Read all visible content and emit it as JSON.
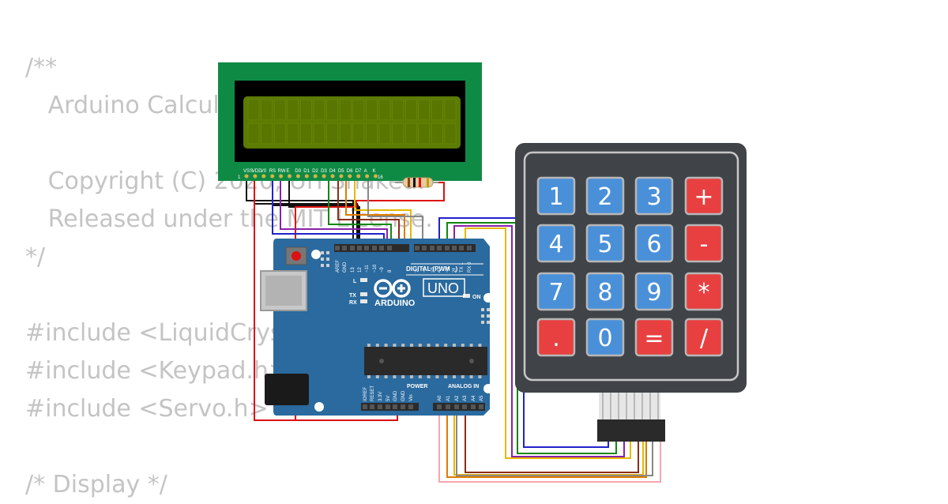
{
  "code_lines": [
    "/**",
    "   Arduino Calcul",
    "",
    "   Copyright (C) 2020, Uri Shaked.",
    "   Released under the MIT License.",
    "*/",
    "",
    "#include <LiquidCrys",
    "#include <Keypad.h>",
    "#include <Servo.h>",
    "",
    "/* Display */"
  ],
  "lcd": {
    "pin_labels": [
      "VSS",
      "VDD",
      "V0",
      "RS",
      "RW",
      "E",
      "D0",
      "D1",
      "D2",
      "D3",
      "D4",
      "D5",
      "D6",
      "D7",
      "A",
      "K"
    ],
    "pin_first": "1",
    "pin_last": "16",
    "backlight_color": "#5b7a00",
    "pcb_color": "#0f8a45"
  },
  "arduino": {
    "logo": "ARDUINO",
    "model": "UNO",
    "digital_header": "DIGITAL (PWM ~)",
    "power_header": "POWER",
    "analog_header": "ANALOG IN",
    "led_l": "L",
    "led_tx": "TX",
    "led_rx": "RX",
    "led_on": "ON",
    "digital_pins": [
      "AREF",
      "GND",
      "13",
      "12",
      "~11",
      "~10",
      "~9",
      "8",
      "7",
      "~6",
      "~5",
      "4",
      "~3",
      "2",
      "TX 1",
      "RX 0"
    ],
    "power_pins": [
      "IOREF",
      "RESET",
      "3.3V",
      "5V",
      "GND",
      "GND",
      "Vin"
    ],
    "analog_pins": [
      "A0",
      "A1",
      "A2",
      "A3",
      "A4",
      "A5"
    ],
    "board_color": "#2a6a9e"
  },
  "keypad": {
    "keys": [
      [
        "1",
        "2",
        "3",
        "+"
      ],
      [
        "4",
        "5",
        "6",
        "-"
      ],
      [
        "7",
        "8",
        "9",
        "*"
      ],
      [
        ".",
        "0",
        "=",
        "/"
      ]
    ],
    "key_styles": [
      [
        "num",
        "num",
        "num",
        "op"
      ],
      [
        "num",
        "num",
        "num",
        "op"
      ],
      [
        "num",
        "num",
        "num",
        "op"
      ],
      [
        "op",
        "num",
        "op",
        "op"
      ]
    ],
    "num_color": "#4a90d9",
    "op_color": "#e84040",
    "body_color": "#404448"
  },
  "wire_colors": {
    "black": "#111111",
    "red": "#dd1111",
    "blue": "#2222cc",
    "purple": "#8822aa",
    "green": "#118811",
    "brown": "#8b2e16",
    "orange": "#e07b00",
    "yellow": "#e6b800",
    "gray": "#888888",
    "pink": "#f4a6b0"
  }
}
